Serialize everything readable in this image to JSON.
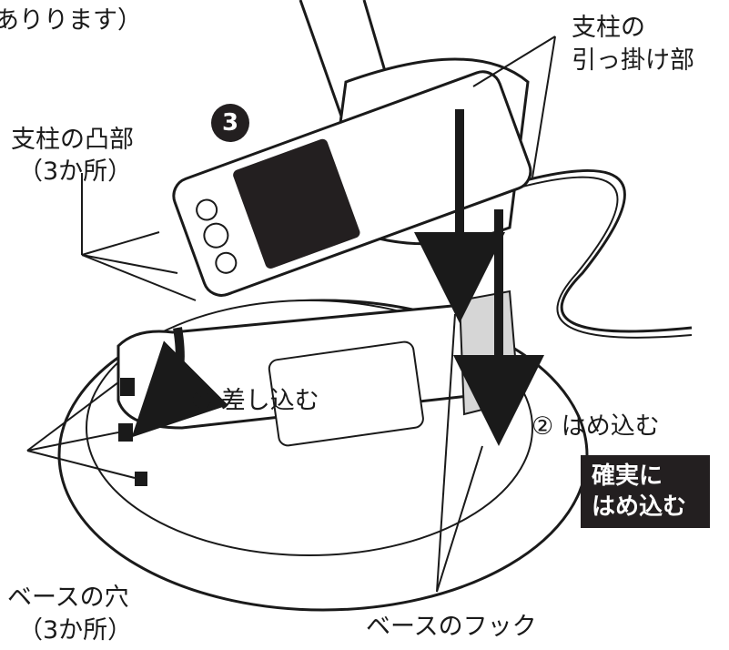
{
  "labels": {
    "top_left_fragment": "ありります）",
    "pillar_hook_line1": "支柱の",
    "pillar_hook_line2": "引っ掛け部",
    "pillar_bump_line1": "支柱の凸部",
    "pillar_bump_line2": "（3か所）",
    "step3_number": "3",
    "step1": "① 差し込む",
    "step2": "② はめ込む",
    "base_holes_line1": "ベースの穴",
    "base_holes_line2": "（3か所）",
    "base_hook": "ベースのフック"
  },
  "callout": {
    "line1": "確実に",
    "line2": "はめ込む"
  },
  "colors": {
    "ink": "#1a1a1a",
    "badge_bg": "#231f20",
    "gray_arrow": "#8c8c8c",
    "light_fill": "#d6d6d6"
  },
  "icons": {
    "step_badge": "filled-circle-number",
    "arrows": "down-arrow"
  }
}
